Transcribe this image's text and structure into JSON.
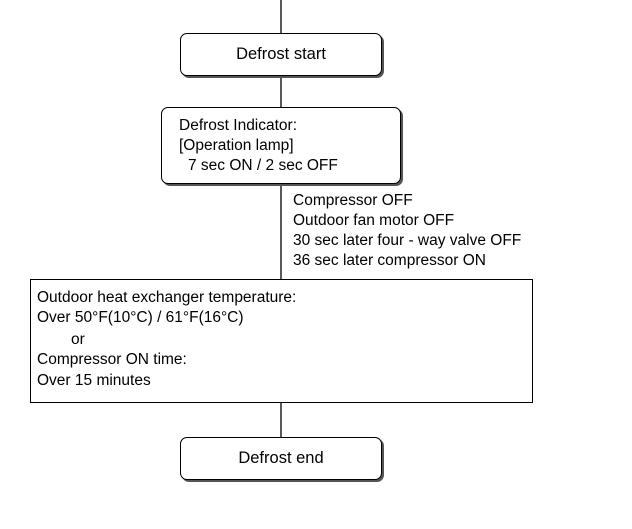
{
  "nodes": {
    "start": {
      "label": "Defrost start"
    },
    "indicator": {
      "lines": [
        "Defrost Indicator:",
        "[Operation lamp]",
        "7 sec ON / 2 sec OFF"
      ]
    },
    "actions": {
      "lines": [
        "Compressor OFF",
        "Outdoor fan motor OFF",
        "30 sec later four - way valve OFF",
        "36 sec later compressor ON"
      ]
    },
    "condition": {
      "lines": [
        "Outdoor heat exchanger temperature:",
        "Over 50°F(10°C) / 61°F(16°C)",
        "or",
        "Compressor ON time:",
        "Over 15 minutes"
      ]
    },
    "end": {
      "label": "Defrost end"
    }
  }
}
